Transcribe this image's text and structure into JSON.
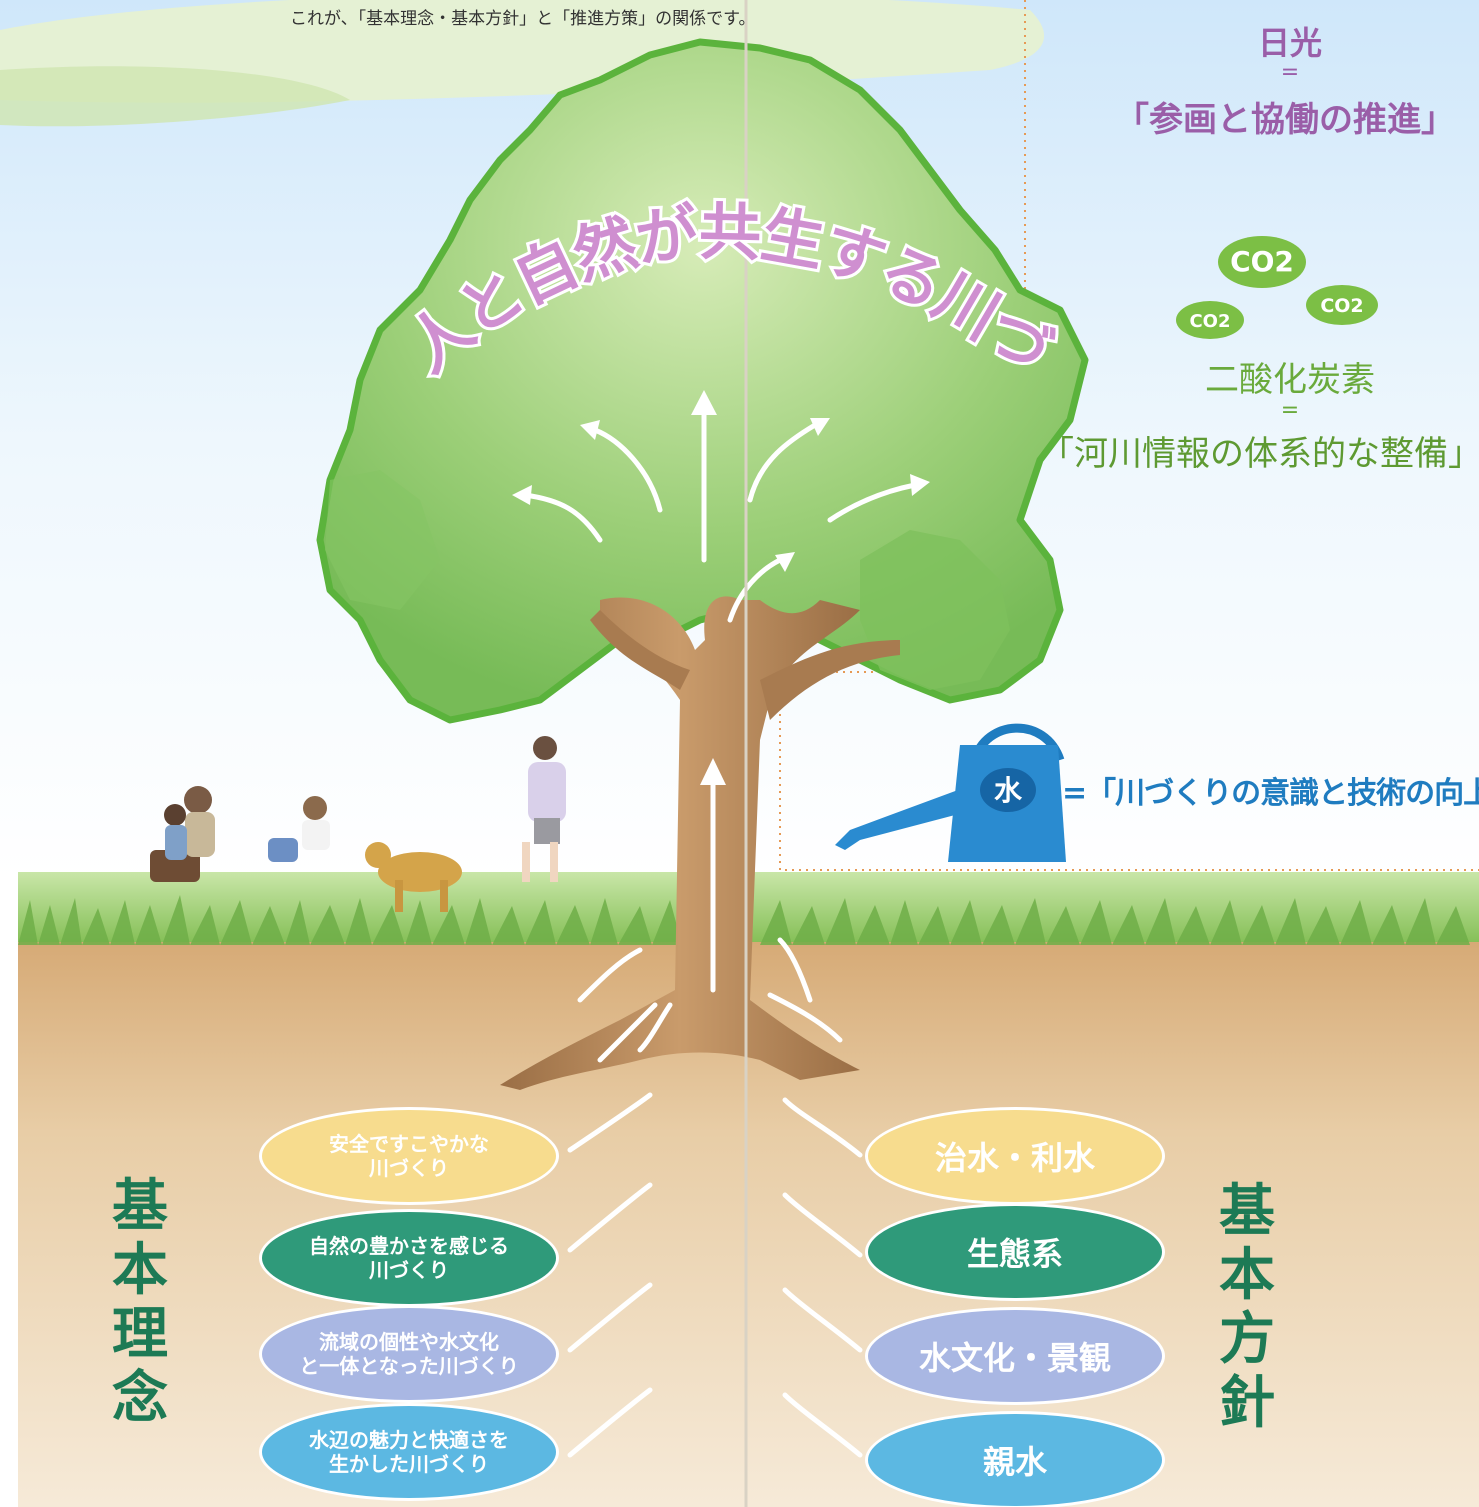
{
  "intro_text": "これが、「基本理念・基本方針」と「推進方策」の関係です。",
  "tree_title": "人と自然が共生する川づくり",
  "sunlight": {
    "label": "日光",
    "equals": "=",
    "policy": "「参画と協働の推進」"
  },
  "co2": {
    "bubble_text": "CO2",
    "label": "二酸化炭素",
    "equals": "=",
    "policy": "「河川情報の体系的な整備」"
  },
  "water": {
    "can_label": "水",
    "policy": "=「川づくりの意識と技術の向上」"
  },
  "philosophy": {
    "title": "基本理念",
    "items": [
      {
        "text": "安全ですこやかな\n川づくり",
        "color": "#f7dc8e"
      },
      {
        "text": "自然の豊かさを感じる\n川づくり",
        "color": "#2f9a7a"
      },
      {
        "text": "流域の個性や水文化\nと一体となった川づくり",
        "color": "#a9b7e3"
      },
      {
        "text": "水辺の魅力と快適さを\n生かした川づくり",
        "color": "#5cb8e2"
      }
    ]
  },
  "policy": {
    "title": "基本方針",
    "items": [
      {
        "text": "治水・利水",
        "color": "#f7dc8e"
      },
      {
        "text": "生態系",
        "color": "#2f9a7a"
      },
      {
        "text": "水文化・景観",
        "color": "#a9b7e3"
      },
      {
        "text": "親水",
        "color": "#5cb8e2"
      }
    ]
  },
  "colors": {
    "sky": "#dcefff",
    "foliage": "#8cc56a",
    "foliage_edge": "#58b23a",
    "trunk": "#b98a5c",
    "soil": "#d9b07a",
    "grass": "#9fcf6e"
  }
}
